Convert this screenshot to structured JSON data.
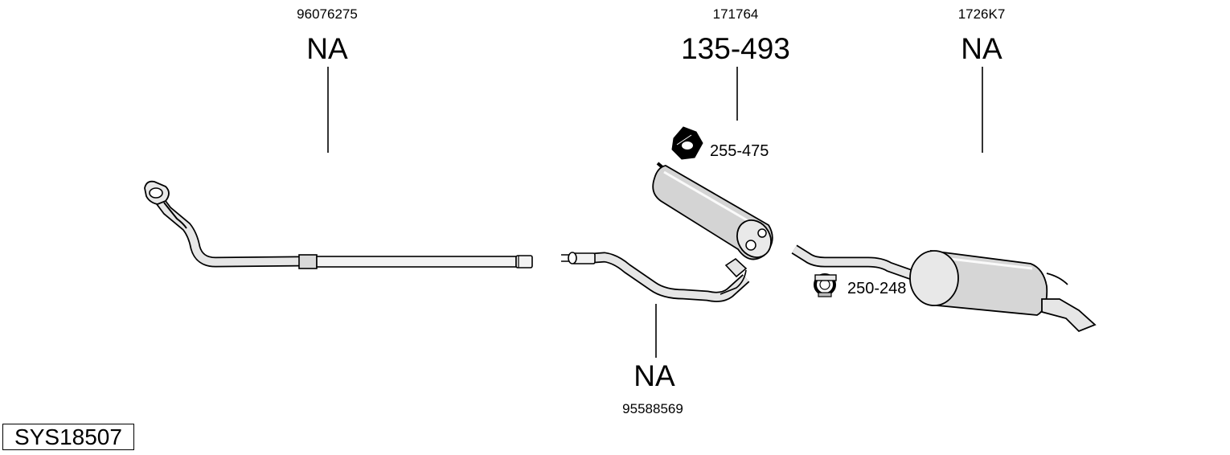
{
  "system_id": "SYS18507",
  "parts": {
    "front_pipe": {
      "oe_number": "96076275",
      "code": "NA"
    },
    "center_silencer": {
      "oe_number": "171764",
      "code": "135-493"
    },
    "rear_silencer": {
      "oe_number": "1726K7",
      "code": "NA"
    },
    "intermediate_pipe": {
      "oe_number": "95588569",
      "code": "NA"
    }
  },
  "accessories": {
    "gasket": {
      "code": "255-475"
    },
    "clamp": {
      "code": "250-248"
    }
  }
}
